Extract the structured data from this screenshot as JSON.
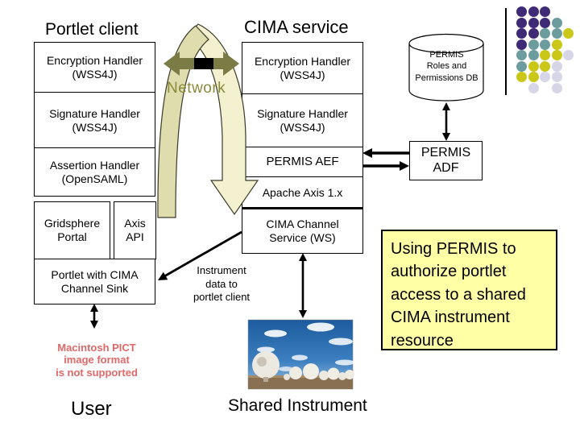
{
  "slide": {
    "left": {
      "title": "Portlet client",
      "encryption": {
        "l1": "Encryption Handler",
        "l2": "(WSS4J)"
      },
      "signature": {
        "l1": "Signature Handler",
        "l2": "(WSS4J)"
      },
      "assertion": {
        "l1": "Assertion Handler",
        "l2": "(OpenSAML)"
      },
      "gridsphere": {
        "l1": "Gridsphere",
        "l2": "Portal"
      },
      "axis_api": {
        "l1": "Axis",
        "l2": "API"
      },
      "portlet_sink": {
        "l1": "Portlet with CIMA",
        "l2": "Channel Sink"
      },
      "pict_error": {
        "l1": "Macintosh PICT",
        "l2": "image format",
        "l3": "is not supported"
      },
      "user": "User"
    },
    "network_label": "Network",
    "right": {
      "title": "CIMA service",
      "encryption": {
        "l1": "Encryption Handler",
        "l2": "(WSS4J)"
      },
      "signature": {
        "l1": "Signature Handler",
        "l2": "(WSS4J)"
      },
      "permis_aef": "PERMIS AEF",
      "apache_axis": "Apache Axis 1.x",
      "cima_channel": {
        "l1": "CIMA Channel",
        "l2": "Service (WS)"
      }
    },
    "permis_db": {
      "l1": "PERMIS",
      "l2": "Roles and",
      "l3": "Permissions DB"
    },
    "permis_adf": {
      "l1": "PERMIS",
      "l2": "ADF"
    },
    "instrument_data": {
      "l1": "Instrument",
      "l2": "data to",
      "l3": "portlet client"
    },
    "note": "Using PERMIS to authorize portlet access to a shared CIMA instrument resource",
    "shared_instrument": "Shared Instrument"
  },
  "decor": {
    "dots": {
      "palette": {
        "p": "#3f2a75",
        "t": "#6d9c9f",
        "y": "#cbc718",
        "l": "#d6d6e8"
      },
      "rows": [
        [
          "p",
          "p",
          "p"
        ],
        [
          "p",
          "p",
          "p",
          "t"
        ],
        [
          "p",
          "p",
          "t",
          "t",
          "y"
        ],
        [
          "p",
          "t",
          "t",
          "y"
        ],
        [
          "t",
          "t",
          "y",
          "y",
          "l"
        ],
        [
          "t",
          "y",
          "y",
          "l"
        ],
        [
          "y",
          "y",
          "l",
          "l"
        ],
        [
          null,
          "l",
          null,
          "l"
        ]
      ]
    },
    "colors": {
      "note_bg": "#ffffa6",
      "pict_error_text": "#e06868",
      "network_text": "#8a8a3a",
      "arch_light": "#f3f1d0",
      "arch_dark": "#dfdcae",
      "olive_arrow": "#7b7b45"
    }
  }
}
